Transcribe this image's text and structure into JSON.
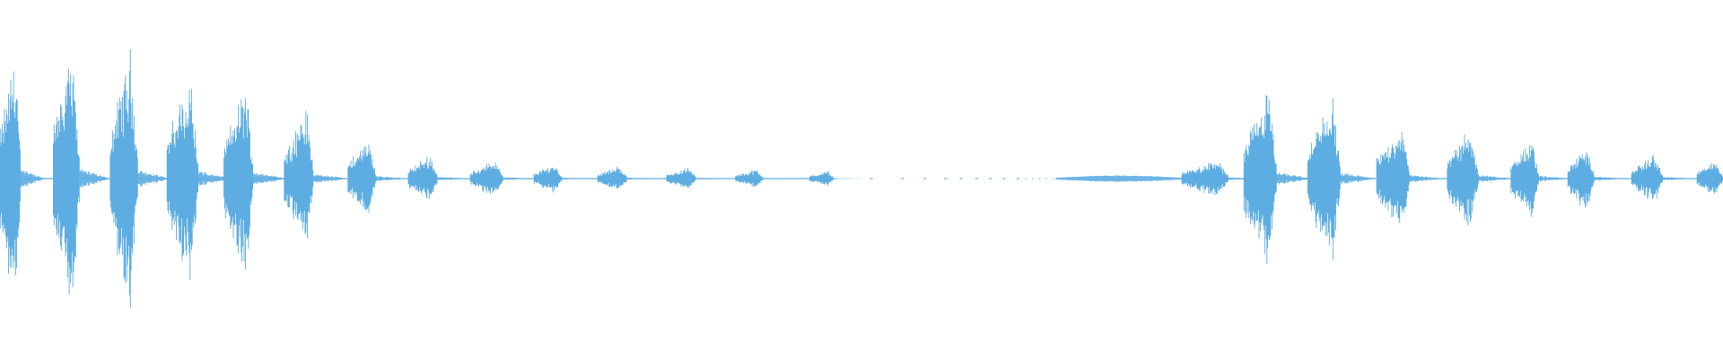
{
  "waveform": {
    "color": "#5dade2",
    "background": "#ffffff",
    "segments": [
      {
        "start": 0.0,
        "end": 0.012,
        "peak": 0.72
      },
      {
        "start": 0.031,
        "end": 0.046,
        "peak": 0.78
      },
      {
        "start": 0.064,
        "end": 0.08,
        "peak": 0.7
      },
      {
        "start": 0.097,
        "end": 0.115,
        "peak": 0.57
      },
      {
        "start": 0.13,
        "end": 0.147,
        "peak": 0.52
      },
      {
        "start": 0.165,
        "end": 0.182,
        "peak": 0.38
      },
      {
        "start": 0.202,
        "end": 0.218,
        "peak": 0.22
      },
      {
        "start": 0.237,
        "end": 0.254,
        "peak": 0.13
      },
      {
        "start": 0.273,
        "end": 0.292,
        "peak": 0.1
      },
      {
        "start": 0.31,
        "end": 0.326,
        "peak": 0.08
      },
      {
        "start": 0.347,
        "end": 0.364,
        "peak": 0.07
      },
      {
        "start": 0.387,
        "end": 0.404,
        "peak": 0.06
      },
      {
        "start": 0.427,
        "end": 0.443,
        "peak": 0.05
      },
      {
        "start": 0.47,
        "end": 0.484,
        "peak": 0.04
      },
      {
        "start": 0.686,
        "end": 0.713,
        "peak": 0.1
      },
      {
        "start": 0.722,
        "end": 0.741,
        "peak": 0.48
      },
      {
        "start": 0.759,
        "end": 0.778,
        "peak": 0.45
      },
      {
        "start": 0.799,
        "end": 0.818,
        "peak": 0.3
      },
      {
        "start": 0.84,
        "end": 0.858,
        "peak": 0.28
      },
      {
        "start": 0.877,
        "end": 0.893,
        "peak": 0.22
      },
      {
        "start": 0.91,
        "end": 0.925,
        "peak": 0.18
      },
      {
        "start": 0.947,
        "end": 0.965,
        "peak": 0.13
      },
      {
        "start": 0.985,
        "end": 1.0,
        "peak": 0.1
      }
    ],
    "silence_dots": [
      0.505,
      0.523,
      0.536,
      0.548,
      0.557,
      0.566,
      0.574,
      0.582,
      0.59
    ],
    "flat_segments": [
      {
        "start": 0.613,
        "end": 0.686,
        "peak": 0.015
      }
    ]
  }
}
